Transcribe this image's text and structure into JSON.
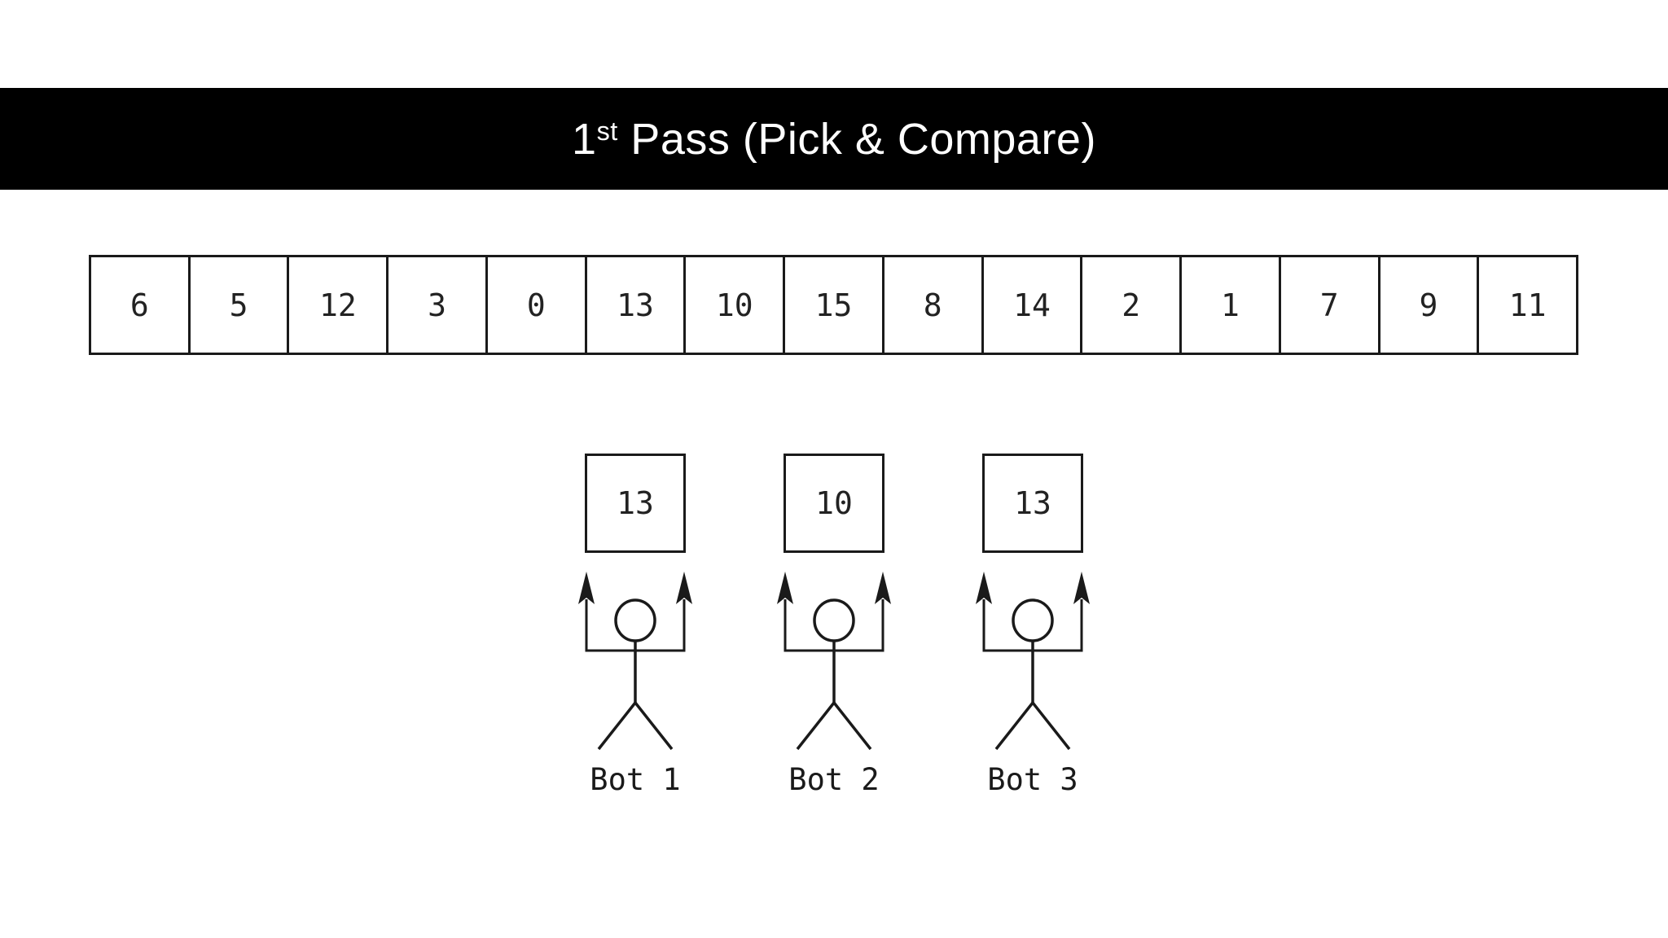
{
  "page": {
    "background_color": "#ffffff",
    "line_color": "#1a1a1a"
  },
  "title_bar": {
    "background_color": "#000000",
    "text_color": "#ffffff",
    "number": "1",
    "ordinal_suffix": "st",
    "rest": " Pass (Pick & Compare)"
  },
  "array": {
    "values": [
      "6",
      "5",
      "12",
      "3",
      "0",
      "13",
      "10",
      "15",
      "8",
      "14",
      "2",
      "1",
      "7",
      "9",
      "11"
    ]
  },
  "bots": [
    {
      "held_value": "13",
      "label": "Bot 1"
    },
    {
      "held_value": "10",
      "label": "Bot 2"
    },
    {
      "held_value": "13",
      "label": "Bot 3"
    }
  ],
  "icons": {
    "up_arrow": "up-arrow"
  }
}
